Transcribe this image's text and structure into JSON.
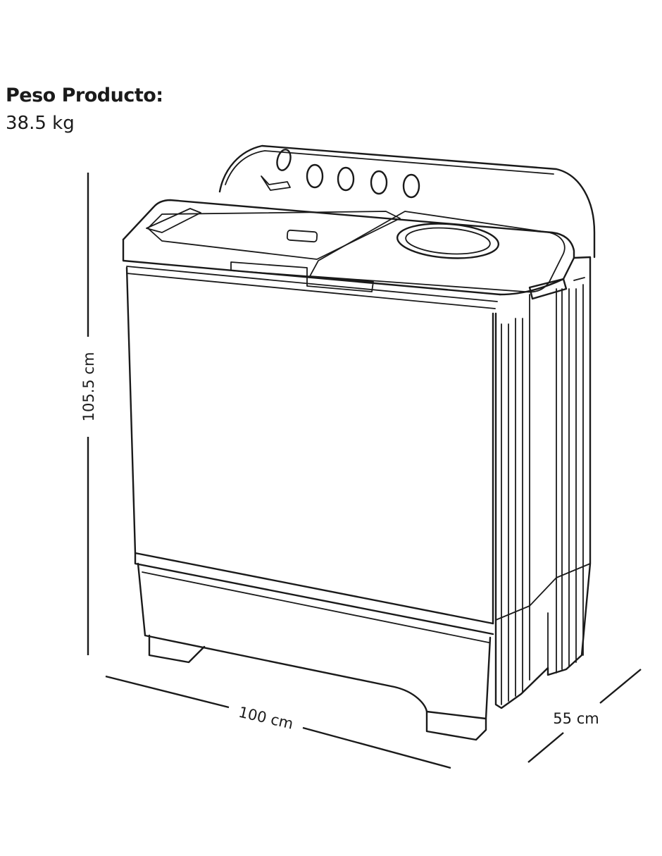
{
  "weight": {
    "label": "Peso Producto:",
    "value": "38.5 kg"
  },
  "dimensions": {
    "height": "105.5 cm",
    "width": "100 cm",
    "depth": "55 cm"
  },
  "icons": {
    "product": "twin-tub-washing-machine-icon"
  },
  "colors": {
    "line": "#1a1a1a",
    "background": "#ffffff"
  }
}
